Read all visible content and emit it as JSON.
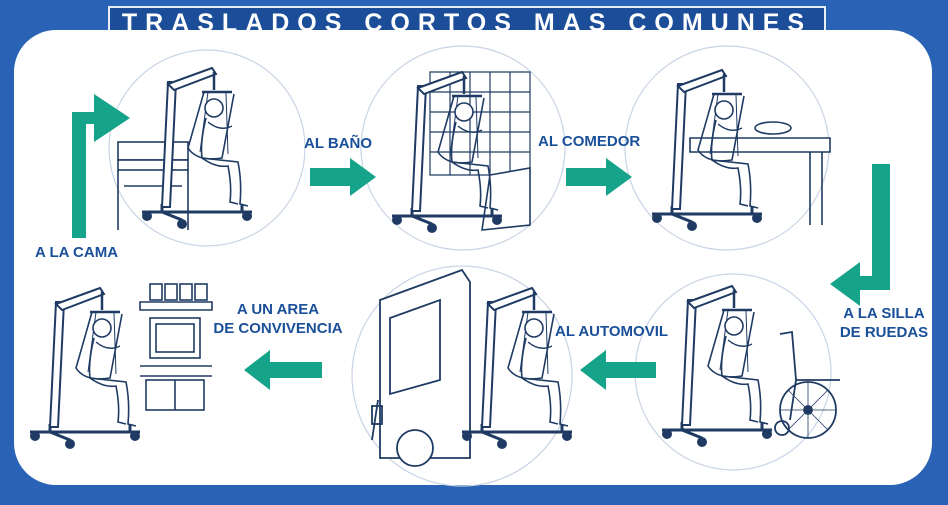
{
  "title": "TRASLADOS CORTOS MAS COMUNES",
  "steps": {
    "cama": "A LA CAMA",
    "bano": "AL BAÑO",
    "comedor": "AL COMEDOR",
    "silla_line1": "A LA SILLA",
    "silla_line2": "DE RUEDAS",
    "automovil": "AL AUTOMOVIL",
    "convivencia_line1": "A UN AREA",
    "convivencia_line2": "DE CONVIVENCIA"
  },
  "colors": {
    "background": "#2a62b5",
    "title_bar": "#1b4d98",
    "arrow": "#15a38a",
    "label_text": "#1a4f99",
    "line_art": "#1f3b63"
  },
  "icons": [
    "patient-lift-icon",
    "bed-icon",
    "bathtub-icon",
    "dining-table-icon",
    "wheelchair-icon",
    "car-icon",
    "tv-cabinet-icon"
  ]
}
